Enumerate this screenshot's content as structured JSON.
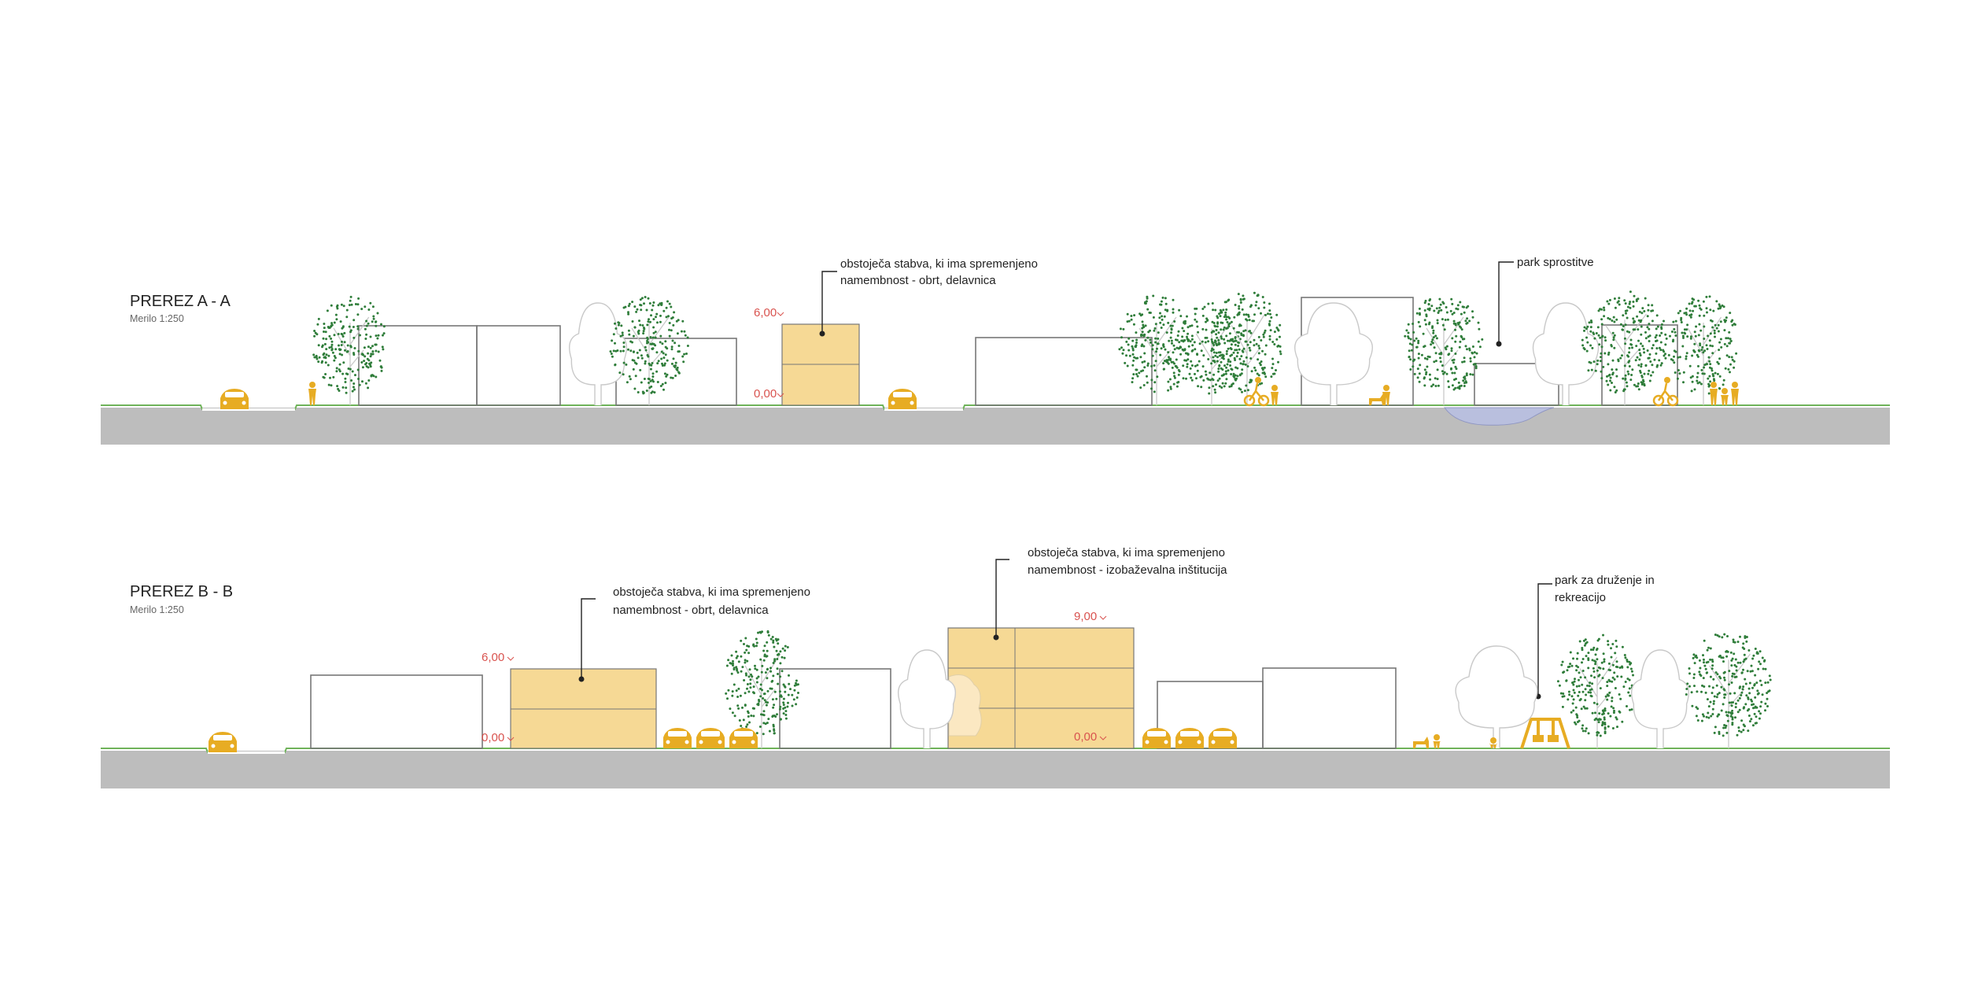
{
  "colors": {
    "ground": "#bdbdbd",
    "grass": "#6fb35a",
    "building_existing": "#f6d995",
    "accent_yellow": "#e7ac23",
    "level_red": "#d9534f",
    "water": "#b9bfde",
    "outline": "#777777",
    "foliage": "#2f7d3a",
    "tree_outline": "#c9c9c9"
  },
  "section_a": {
    "title": "PREREZ A - A",
    "scale": "Merilo 1:250",
    "level_top": "6,00",
    "level_base": "0,00",
    "note_building_1": "obstoječa stabva, ki ima spremenjeno",
    "note_building_2": "namembnost - obrt, delavnica",
    "note_park": "park sprostitve"
  },
  "section_b": {
    "title": "PREREZ B - B",
    "scale": "Merilo 1:250",
    "level_top_1": "6,00",
    "level_base_1": "0,00",
    "level_top_2": "9,00",
    "level_base_2": "0,00",
    "note_building_1_1": "obstoječa stabva, ki ima spremenjeno",
    "note_building_1_2": "namembnost - obrt, delavnica",
    "note_building_2_1": "obstoječa stabva, ki ima spremenjeno",
    "note_building_2_2": "namembnost - izobaževalna inštitucija",
    "note_park_1": "park za druženje in",
    "note_park_2": "rekreacijo"
  }
}
